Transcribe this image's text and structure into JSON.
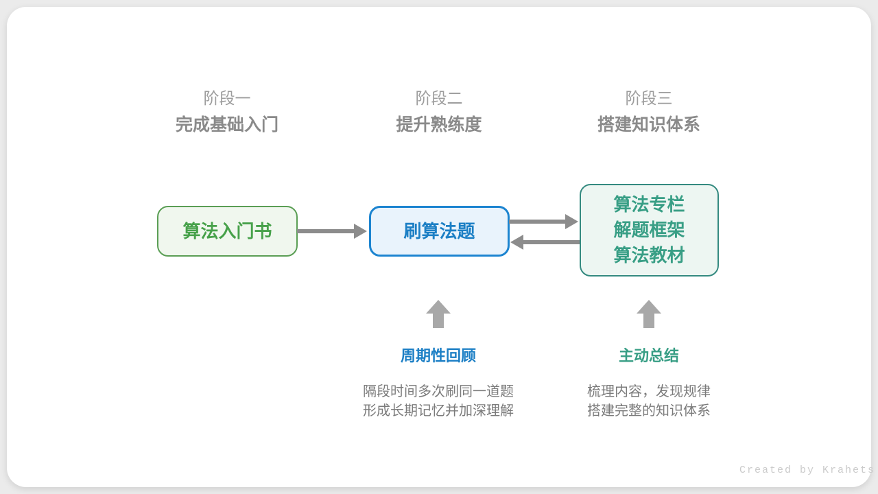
{
  "page": {
    "watermark": "Created by Krahets",
    "background_color": "#ebebeb",
    "card_color": "#ffffff"
  },
  "stages": [
    {
      "label": "阶段一",
      "subtitle": "完成基础入门"
    },
    {
      "label": "阶段二",
      "subtitle": "提升熟练度"
    },
    {
      "label": "阶段三",
      "subtitle": "搭建知识体系"
    }
  ],
  "nodes": [
    {
      "id": "intro-book",
      "lines": [
        "算法入门书"
      ],
      "text_color": "#47a14a",
      "border_color": "#5a9e54",
      "fill_color": "#f0f7ee"
    },
    {
      "id": "practice-problems",
      "lines": [
        "刷算法题"
      ],
      "text_color": "#1c7fc5",
      "border_color": "#1c84d0",
      "fill_color": "#e9f3fc"
    },
    {
      "id": "knowledge-resources",
      "lines": [
        "算法专栏",
        "解题框架",
        "算法教材"
      ],
      "text_color": "#389e85",
      "border_color": "#348a80",
      "fill_color": "#edf6f2"
    }
  ],
  "arrows": {
    "node1_to_node2": "right",
    "node2_to_node3": "right",
    "node3_to_node2": "left",
    "color": "#8c8c8c",
    "up_arrow_color": "#a8a8a8"
  },
  "annotations": [
    {
      "title": "周期性回顾",
      "title_color": "#1c7fc5",
      "lines": [
        "隔段时间多次刷同一道题",
        "形成长期记忆并加深理解"
      ]
    },
    {
      "title": "主动总结",
      "title_color": "#389e85",
      "lines": [
        "梳理内容，发现规律",
        "搭建完整的知识体系"
      ]
    }
  ]
}
